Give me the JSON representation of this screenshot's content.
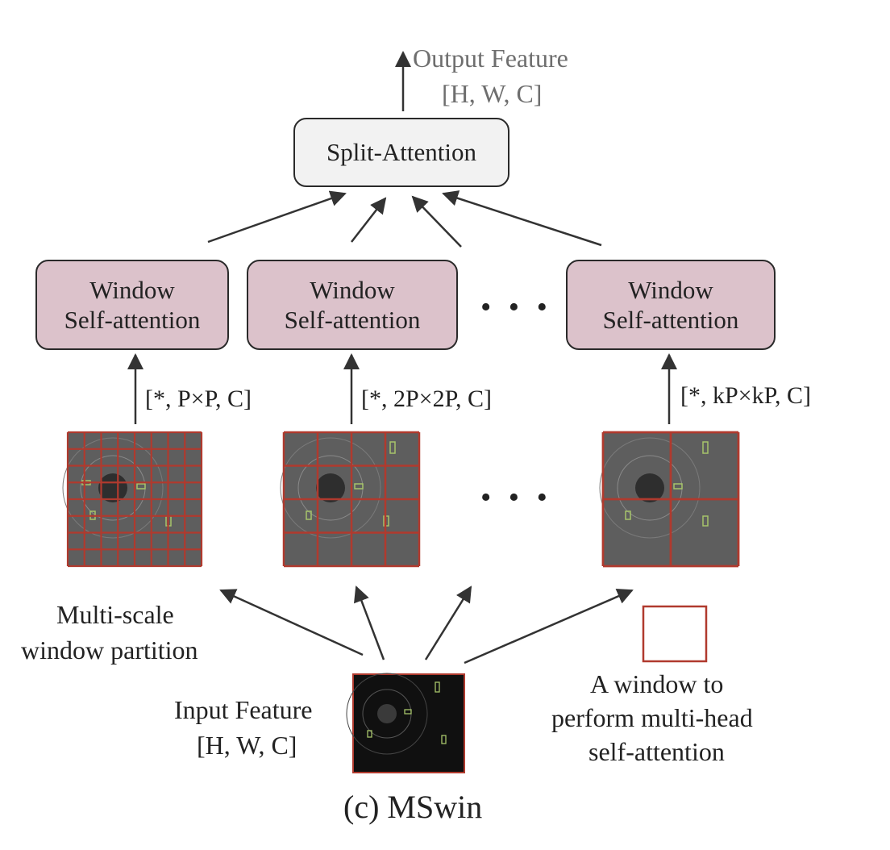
{
  "output": {
    "title": "Output Feature",
    "shape": "[H, W, C]"
  },
  "split_attention": {
    "label": "Split-Attention"
  },
  "windows": [
    {
      "line1": "Window",
      "line2": "Self-attention",
      "shape": "[*, P×P, C]"
    },
    {
      "line1": "Window",
      "line2": "Self-attention",
      "shape": "[*, 2P×2P, C]"
    },
    {
      "line1": "Window",
      "line2": "Self-attention",
      "shape": "[*, kP×kP, C]"
    }
  ],
  "ellipsis": "• • •",
  "partition_label": {
    "line1": "Multi-scale",
    "line2": "window partition"
  },
  "input": {
    "title": "Input Feature",
    "shape": "[H, W, C]"
  },
  "legend": {
    "line1": "A window to",
    "line2": "perform multi-head",
    "line3": "self-attention"
  },
  "caption": "(c) MSwin",
  "colors": {
    "window_box": "#dcc2cb",
    "grid_line": "#b03a2e",
    "feature_map": "#5e5e5e",
    "input_map": "#101010"
  }
}
